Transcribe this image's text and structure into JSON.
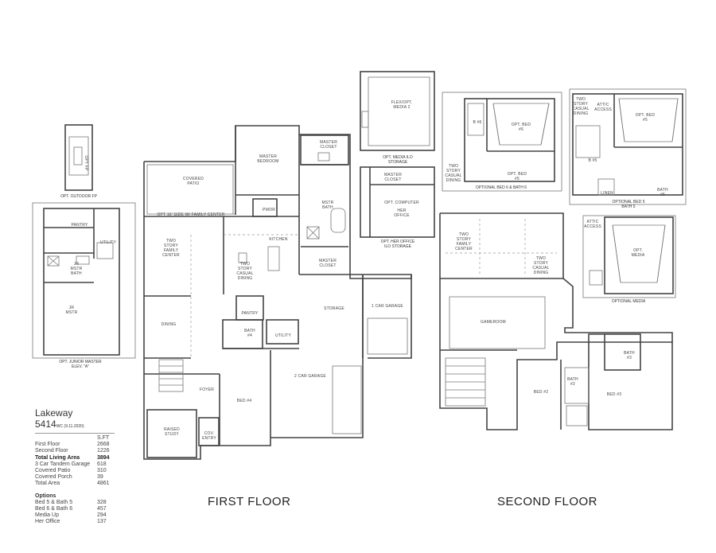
{
  "plan": {
    "brand": "Lakeway",
    "model_number": "5414",
    "model_suffix": "WC (9.11.2020)",
    "sqft_header": "S.FT",
    "areas": [
      {
        "label": "First Floor",
        "value": "2668"
      },
      {
        "label": "Second Floor",
        "value": "1226"
      },
      {
        "label": "Total Living Area",
        "value": "3894",
        "bold": true
      },
      {
        "label": "3 Car Tandem Garage",
        "value": "618"
      },
      {
        "label": "Covered Patio",
        "value": "310"
      },
      {
        "label": "Covered Porch",
        "value": "39"
      },
      {
        "label": "Total Area",
        "value": "4861"
      }
    ],
    "options_title": "Options",
    "options": [
      {
        "label": "Bed 5 & Bath 5",
        "value": "328"
      },
      {
        "label": "Bed 6 & Bath 6",
        "value": "457"
      },
      {
        "label": "Media Up",
        "value": "294"
      },
      {
        "label": "Her Office",
        "value": "137"
      }
    ]
  },
  "floors": {
    "first": "FIRST FLOOR",
    "second": "SECOND FLOOR"
  },
  "captions": {
    "outdoor_fp": "OPT. OUTDOOR FP",
    "junior_master_1": "OPT. JUNIOR MASTER",
    "junior_master_2": "ELEV. \"A\"",
    "media_ilo_1": "OPT. MEDIA ILO",
    "media_ilo_2": "STORAGE",
    "her_office_1": "OPT. HER OFFICE",
    "her_office_2": "ILO STORAGE",
    "bed6": "OPTIONAL BED 6 & BATH 6",
    "bed5_1": "OPTIONAL BED 5",
    "bed5_2": "BATH 5",
    "opt_media": "OPTIONAL MEDIA"
  },
  "rooms": {
    "covered_patio": [
      "COVERED",
      "PATIO"
    ],
    "master_bedroom": [
      "MASTER",
      "BEDROOM"
    ],
    "master_closet_top": [
      "MASTER",
      "CLOSET"
    ],
    "mstr_bath": [
      "MSTR",
      "BATH"
    ],
    "master_closet_bottom": [
      "MASTER",
      "CLOSET"
    ],
    "pwdr": "PWDR",
    "family_center": [
      "TWO",
      "STORY",
      "FAMILY",
      "CENTER"
    ],
    "casual_dining": [
      "TWO",
      "STORY",
      "CASUAL",
      "DINING"
    ],
    "kitchen": "KITCHEN",
    "pantry": "PANTRY",
    "dining": "DINING",
    "bath4": [
      "BATH",
      "#4"
    ],
    "utility": "UTILITY",
    "storage": "STORAGE",
    "one_car_garage": "1 CAR GARAGE",
    "two_car_garage": "2 CAR GARAGE",
    "foyer": "FOYER",
    "bed4": "BED #4",
    "raised_study": [
      "RAISED",
      "STUDY"
    ],
    "cov_entry": [
      "COV.",
      "ENTRY"
    ],
    "opt_fp": "OPT FP",
    "opt_fireplace_note": "OPT 16' SIDE W/ FAMILY CENTER",
    "jr_pantry": "PANTRY",
    "jr_utility": "UTILITY",
    "jr_mstr_bath": [
      "JR",
      "MSTR",
      "BATH"
    ],
    "jr_mstr": [
      "JR",
      "MSTR"
    ],
    "flex_media": [
      "FLEX/OPT.",
      "MEDIA 2"
    ],
    "office_closet": [
      "MASTER",
      "CLOSET"
    ],
    "her_office": [
      "HER",
      "OFFICE"
    ],
    "opt_bed6": [
      "OPT. BED",
      "#6"
    ],
    "b6": "B #6",
    "opt_bed5_small": [
      "OPT. BED",
      "#5"
    ],
    "two_story_casual_dining_small": [
      "TWO",
      "STORY",
      "CASUAL",
      "DINING"
    ],
    "attic_access": [
      "ATTIC",
      "ACCESS"
    ],
    "opt_bed5": [
      "OPT. BED",
      "#5"
    ],
    "b5": "B #5",
    "linen": "LINEN",
    "bath5": [
      "BATH",
      "#5"
    ],
    "opt_media": [
      "OPT.",
      "MEDIA"
    ],
    "sf_family_center": [
      "TWO",
      "STORY",
      "FAMILY",
      "CENTER"
    ],
    "sf_casual_dining": [
      "TWO",
      "STORY",
      "CASUAL",
      "DINING"
    ],
    "gameroom": "GAMEROOM",
    "bath3": [
      "BATH",
      "#3"
    ],
    "bath2": [
      "BATH",
      "#2"
    ],
    "bed2": "BED #2",
    "bed3": "BED #3",
    "opt_media_ilo_note": "OPT. COMPUTER",
    "sf_attic_access": [
      "ATTIC",
      "ACCESS"
    ]
  }
}
